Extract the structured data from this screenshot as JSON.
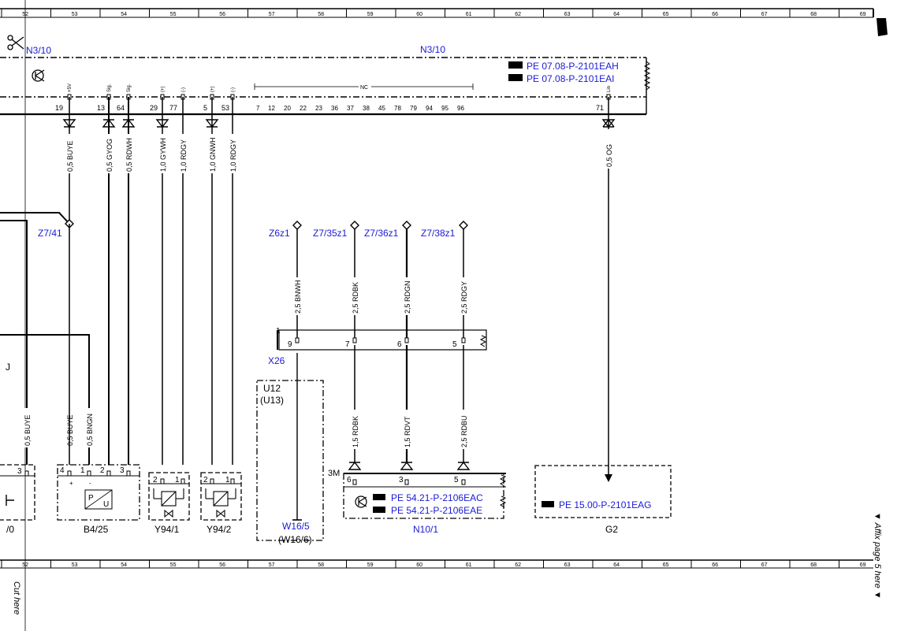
{
  "grid": {
    "columns": [
      "52",
      "53",
      "54",
      "55",
      "56",
      "57",
      "58",
      "59",
      "60",
      "61",
      "62",
      "63",
      "64",
      "65",
      "66",
      "67",
      "68",
      "69"
    ]
  },
  "module_n3_10": {
    "label_left": "N3/10",
    "label_center": "N3/10",
    "ref_1": "PE 07.08-P-2101EAH",
    "ref_2": "PE 07.08-P-2101EAI",
    "nc_label": "NC",
    "nc_pins": [
      "7",
      "12",
      "20",
      "22",
      "23",
      "36",
      "37",
      "38",
      "45",
      "78",
      "79",
      "94",
      "95",
      "96"
    ],
    "pin_labels": [
      "+5V",
      "Sig.",
      "Sig.",
      "(+)",
      "(-)",
      "(+)",
      "(-)",
      "Lin"
    ],
    "pins": [
      "19",
      "13",
      "64",
      "29",
      "77",
      "5",
      "53",
      "71"
    ]
  },
  "wires_top": [
    "0,5 BUYE",
    "0,5 GYOG",
    "0,5 RDWH",
    "1,0 GYWH",
    "1,0 RDGY",
    "1,0 GNWH",
    "1,0 RDGY",
    "0,5 OG"
  ],
  "splices": [
    "Z7/41",
    "Z6z1",
    "Z7/35z1",
    "Z7/36z1",
    "Z7/38z1"
  ],
  "splice_wires": [
    "2,5 BNWH",
    "2,5 RDBK",
    "2,5 RDGN",
    "2,5 RDGY"
  ],
  "connector_x26": {
    "label": "X26",
    "pin_left": "1",
    "pins": [
      "9",
      "7",
      "6",
      "5"
    ]
  },
  "module_u12": {
    "label": "U12",
    "alt": "(U13)",
    "wire": "2,5 BNWH",
    "bottom_label": "W16/5",
    "bottom_alt": "(W16/6)"
  },
  "wires_lower": [
    "0,5 BUYE",
    "0,5 BUYE",
    "0,5 BNGN",
    "1,5 RDBK",
    "1,5 RDVT",
    "2,5 RDBU"
  ],
  "module_n10_1": {
    "label": "N10/1",
    "connector": "3M",
    "pins": [
      "6",
      "3",
      "5"
    ],
    "ref_1": "PE 54.21-P-2106EAC",
    "ref_2": "PE 54.21-P-2106EAE"
  },
  "module_g2": {
    "label": "G2",
    "ref": "PE 15.00-P-2101EAG"
  },
  "components": {
    "b4_25": {
      "label": "B4/25",
      "pins": [
        "4",
        "1",
        "2",
        "3"
      ],
      "plus": "+",
      "minus": "-",
      "glyph_p": "P",
      "glyph_u": "U"
    },
    "y94_1": {
      "label": "Y94/1",
      "pins": [
        "2",
        "1"
      ]
    },
    "y94_2": {
      "label": "Y94/2",
      "pins": [
        "2",
        "1"
      ]
    },
    "left_partial": {
      "label": "/0",
      "pin": "3"
    }
  },
  "margin": {
    "affix": "▼ Affix page 5 here ▼",
    "cut": "Cut here"
  }
}
